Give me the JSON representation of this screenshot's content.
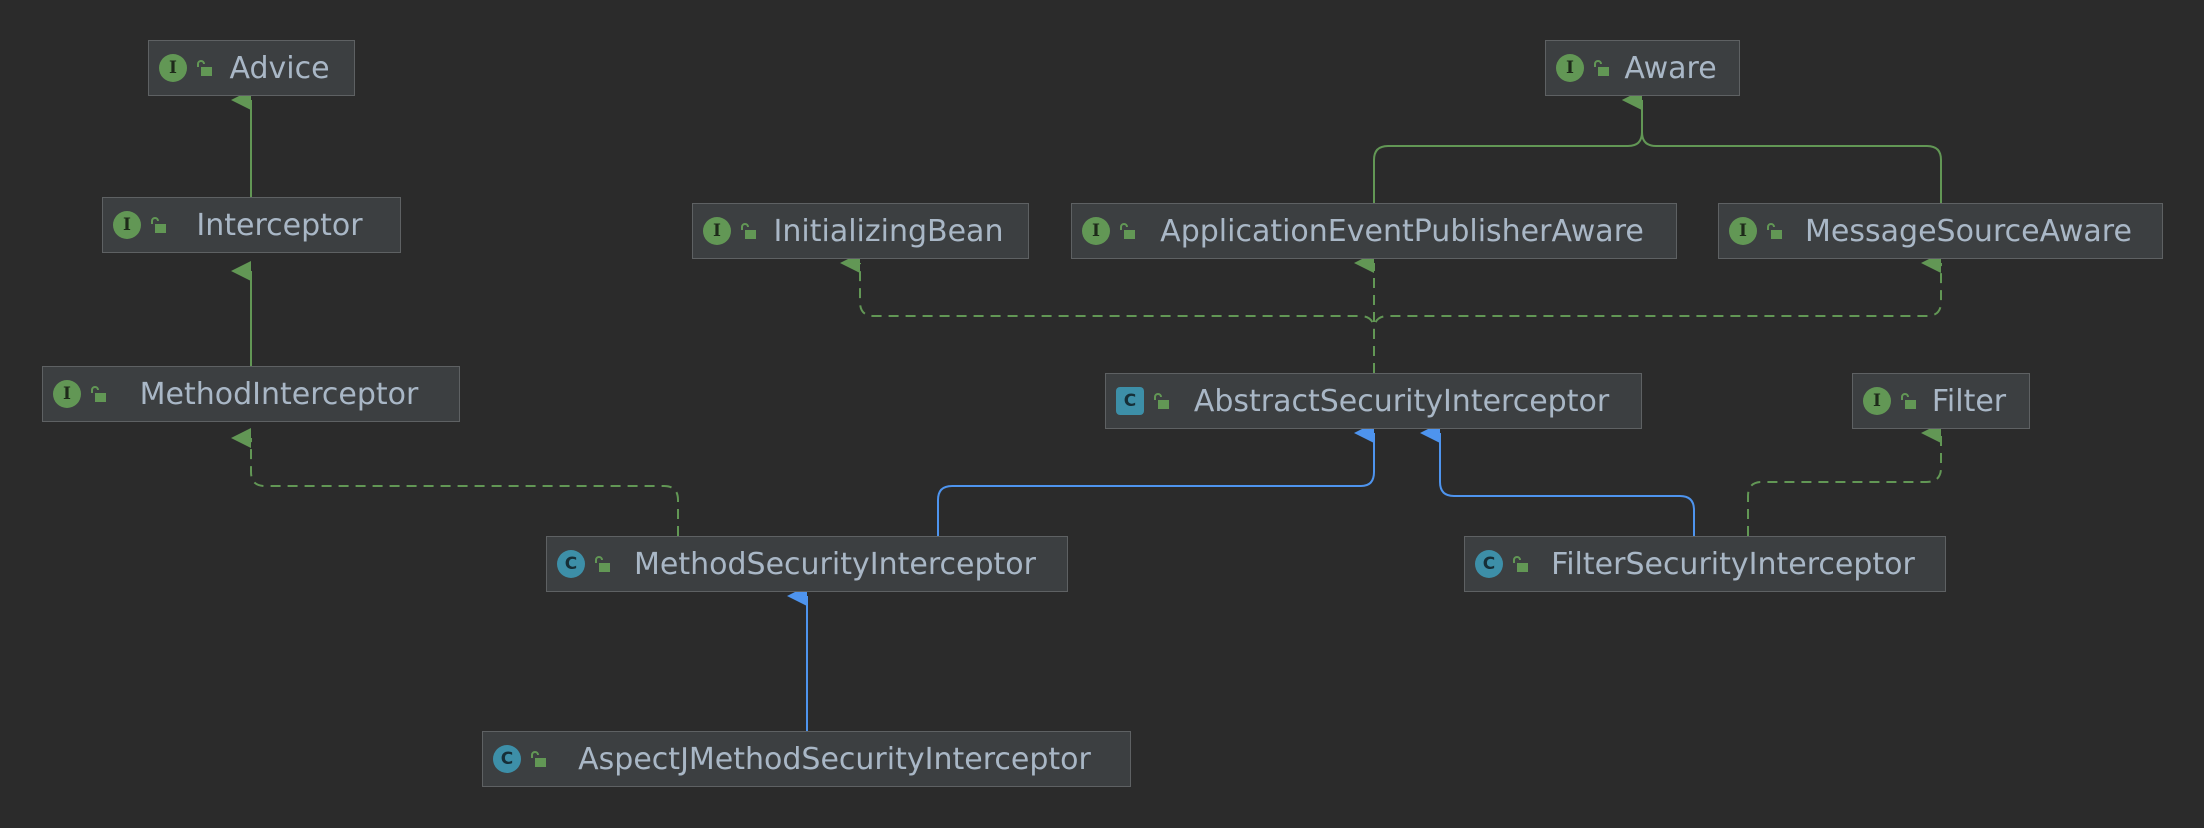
{
  "nodes": [
    {
      "id": "advice",
      "label": "Advice",
      "kind": "interface",
      "icon": "I"
    },
    {
      "id": "interceptor",
      "label": "Interceptor",
      "kind": "interface",
      "icon": "I"
    },
    {
      "id": "method_interceptor",
      "label": "MethodInterceptor",
      "kind": "interface",
      "icon": "I"
    },
    {
      "id": "aware",
      "label": "Aware",
      "kind": "interface",
      "icon": "I"
    },
    {
      "id": "initializing_bean",
      "label": "InitializingBean",
      "kind": "interface",
      "icon": "I"
    },
    {
      "id": "app_event_publisher_aware",
      "label": "ApplicationEventPublisherAware",
      "kind": "interface",
      "icon": "I"
    },
    {
      "id": "message_source_aware",
      "label": "MessageSourceAware",
      "kind": "interface",
      "icon": "I"
    },
    {
      "id": "abstract_security_interceptor",
      "label": "AbstractSecurityInterceptor",
      "kind": "abstract",
      "icon": "C"
    },
    {
      "id": "filter",
      "label": "Filter",
      "kind": "interface",
      "icon": "I"
    },
    {
      "id": "method_security_interceptor",
      "label": "MethodSecurityInterceptor",
      "kind": "class",
      "icon": "C"
    },
    {
      "id": "filter_security_interceptor",
      "label": "FilterSecurityInterceptor",
      "kind": "class",
      "icon": "C"
    },
    {
      "id": "aspectj_method_security_interceptor",
      "label": "AspectJMethodSecurityInterceptor",
      "kind": "class",
      "icon": "C"
    }
  ],
  "edges": [
    {
      "from": "interceptor",
      "to": "advice",
      "relation": "extends"
    },
    {
      "from": "method_interceptor",
      "to": "interceptor",
      "relation": "extends"
    },
    {
      "from": "app_event_publisher_aware",
      "to": "aware",
      "relation": "extends"
    },
    {
      "from": "message_source_aware",
      "to": "aware",
      "relation": "extends"
    },
    {
      "from": "abstract_security_interceptor",
      "to": "initializing_bean",
      "relation": "implements"
    },
    {
      "from": "abstract_security_interceptor",
      "to": "app_event_publisher_aware",
      "relation": "implements"
    },
    {
      "from": "abstract_security_interceptor",
      "to": "message_source_aware",
      "relation": "implements"
    },
    {
      "from": "method_security_interceptor",
      "to": "method_interceptor",
      "relation": "implements"
    },
    {
      "from": "method_security_interceptor",
      "to": "abstract_security_interceptor",
      "relation": "extends"
    },
    {
      "from": "filter_security_interceptor",
      "to": "abstract_security_interceptor",
      "relation": "extends"
    },
    {
      "from": "filter_security_interceptor",
      "to": "filter",
      "relation": "implements"
    },
    {
      "from": "aspectj_method_security_interceptor",
      "to": "method_security_interceptor",
      "relation": "extends"
    }
  ],
  "colors": {
    "background": "#2b2b2b",
    "node_fill": "#3c3f41",
    "node_border": "#5e6163",
    "text": "#a9b7c6",
    "interface_icon": "#629755",
    "class_icon": "#3d8fa8",
    "interface_edge": "#629755",
    "class_edge": "#4e94ee"
  }
}
